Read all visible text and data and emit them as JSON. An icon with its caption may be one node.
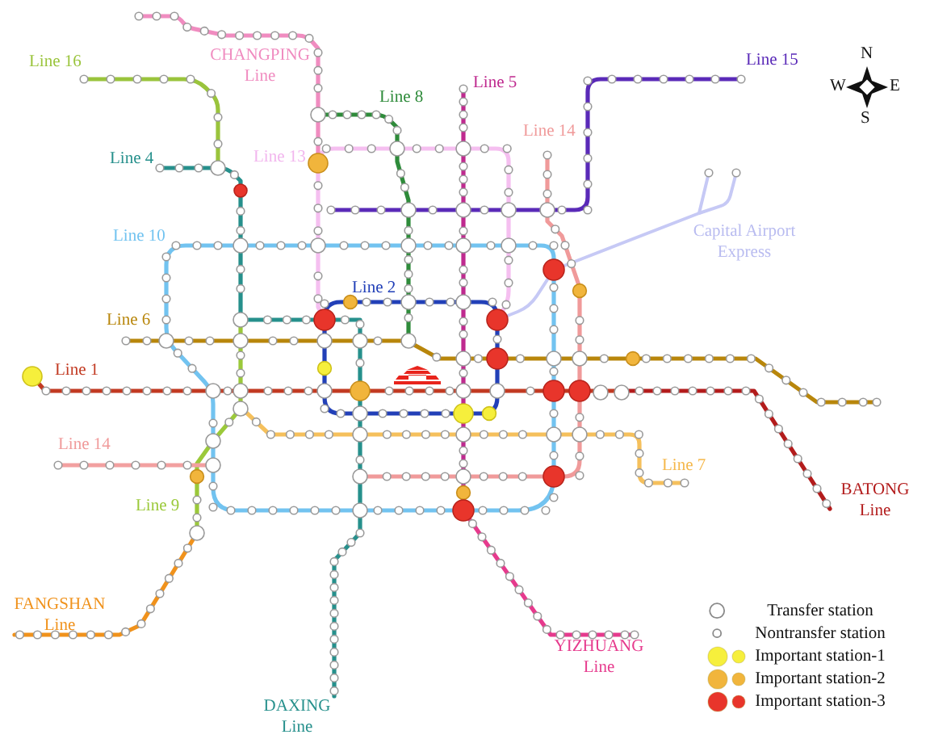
{
  "diagram": {
    "labels": [
      "CHANGPING Line",
      "Line 15",
      "N",
      "Line 16",
      "Line 5",
      "W",
      "E",
      "Line 8",
      "S",
      "Line 14",
      "Line 4",
      "Line 13",
      "Line 10",
      "Capital Airport Express",
      "Line 2",
      "Line 6",
      "Line 1",
      "Line 14",
      "Line 7",
      "Line 9",
      "BATONG Line",
      "FANGSHAN Line",
      "YIZHUANG Line",
      "DAXING Line"
    ],
    "legend": [
      {
        "text": "Transfer station"
      },
      {
        "text": "Nontransfer station"
      },
      {
        "text": "Important station-1",
        "color": "#f6ef3c"
      },
      {
        "text": "Important station-2",
        "color": "#f1b53c"
      },
      {
        "text": "Important station-3",
        "color": "#e8352b"
      }
    ]
  }
}
